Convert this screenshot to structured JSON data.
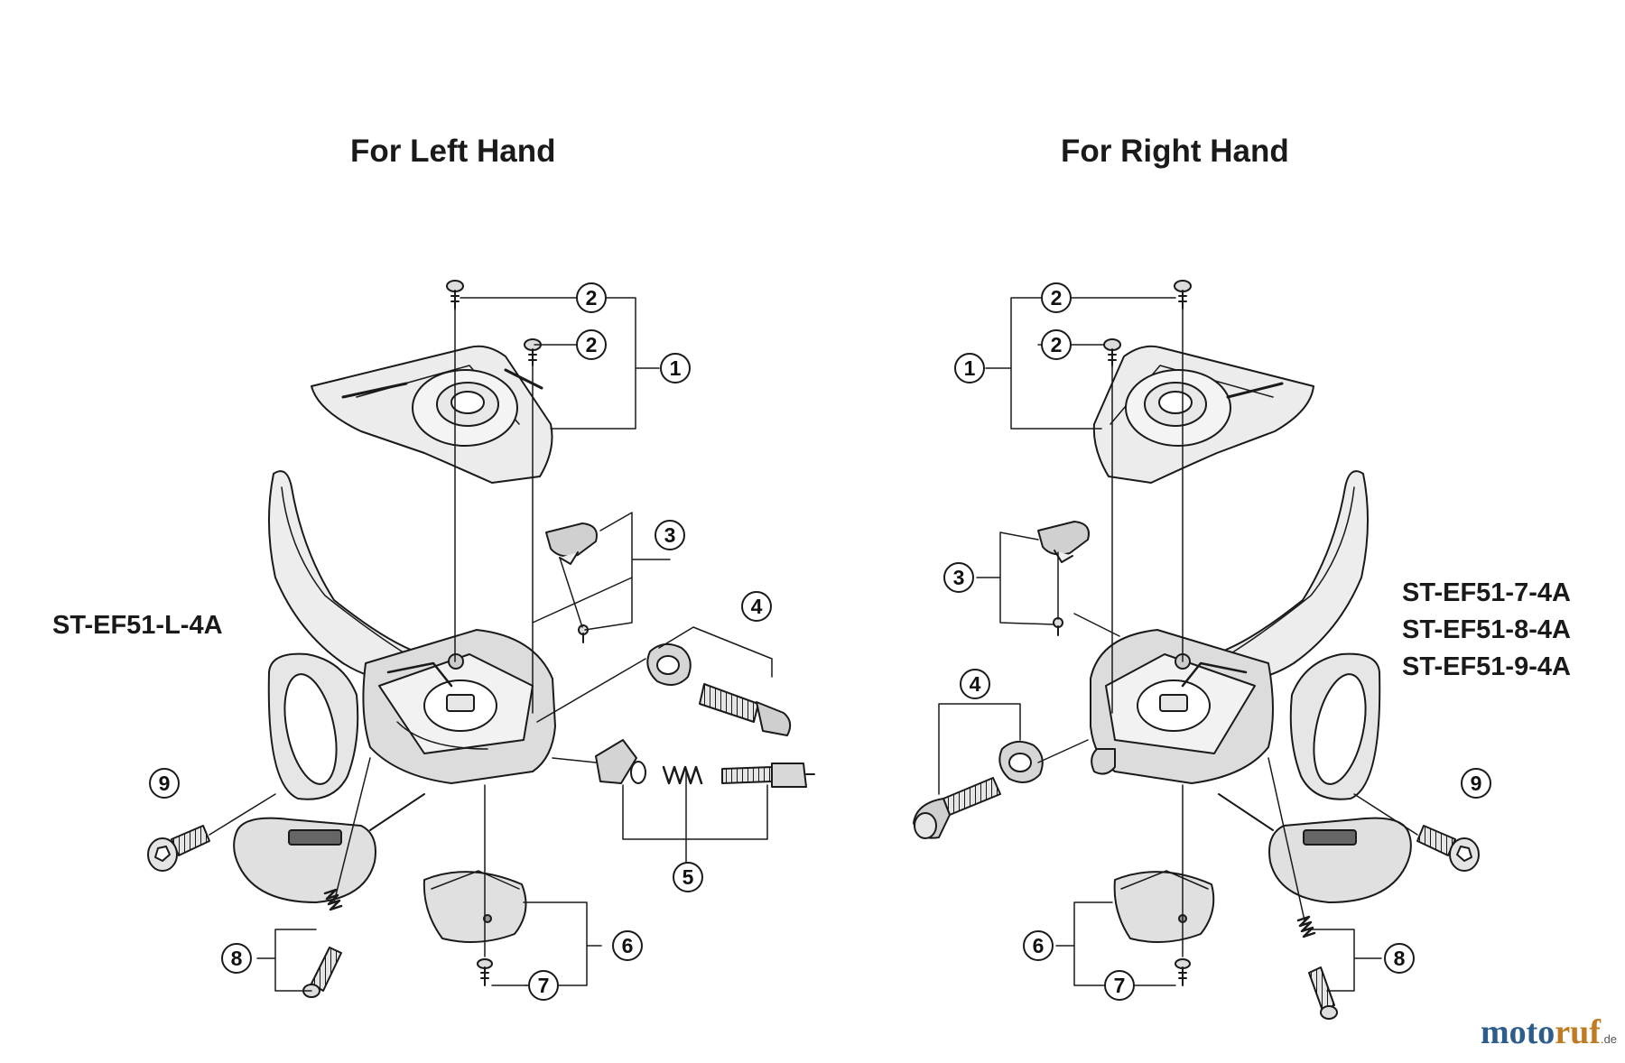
{
  "headings": {
    "left": "For Left Hand",
    "right": "For Right Hand"
  },
  "models": {
    "left": [
      "ST-EF51-L-4A"
    ],
    "right": [
      "ST-EF51-7-4A",
      "ST-EF51-8-4A",
      "ST-EF51-9-4A"
    ]
  },
  "callouts": {
    "left": [
      "2",
      "2",
      "1",
      "3",
      "4",
      "5",
      "6",
      "7",
      "8",
      "9"
    ],
    "right": [
      "2",
      "2",
      "1",
      "3",
      "4",
      "6",
      "7",
      "8",
      "9"
    ]
  },
  "logo": {
    "part1": "moto",
    "part2": "ruf",
    "tld": ".de"
  },
  "colors": {
    "line": "#1a1a1a",
    "fill_light": "#ececec",
    "fill_mid": "#c8c8c8",
    "logo_blue": "#2d5d8c",
    "logo_orange": "#c07a22"
  }
}
